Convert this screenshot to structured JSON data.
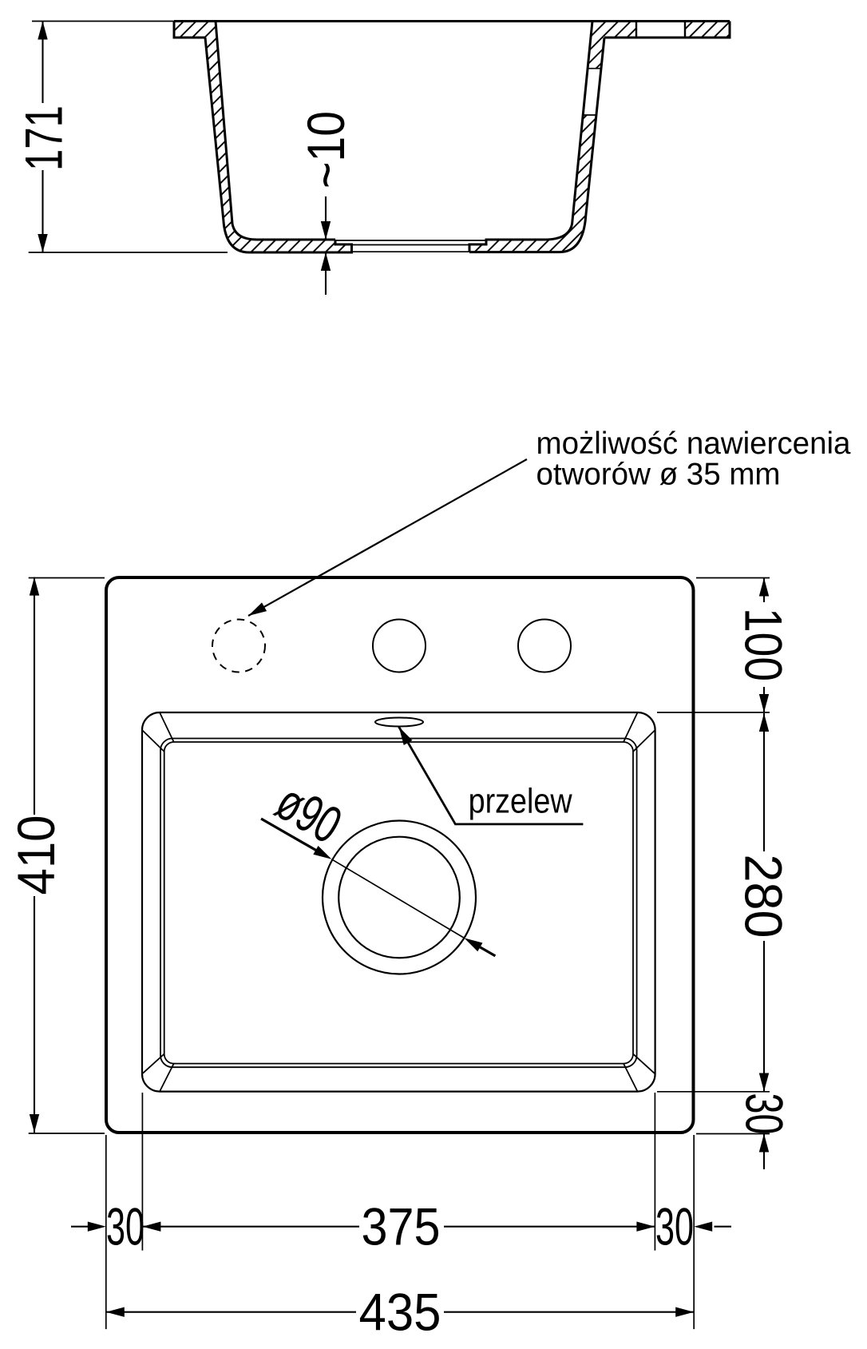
{
  "drawing": {
    "section_view": {
      "dim_total_depth": "171",
      "dim_bottom_thickness": "~10"
    },
    "plan_view": {
      "dim_total_height": "410",
      "dim_deck_to_basin": "100",
      "dim_basin_height": "280",
      "dim_bottom_margin": "30",
      "dim_left_margin": "30",
      "dim_basin_width": "375",
      "dim_right_margin": "30",
      "dim_total_width": "435",
      "dim_drain_diameter": "ø90",
      "overflow_label": "przelew",
      "drill_note_line1": "możliwość nawiercenia",
      "drill_note_line2": "otworów ø 35 mm"
    },
    "colors": {
      "ink": "#000000",
      "paper": "#ffffff"
    }
  }
}
